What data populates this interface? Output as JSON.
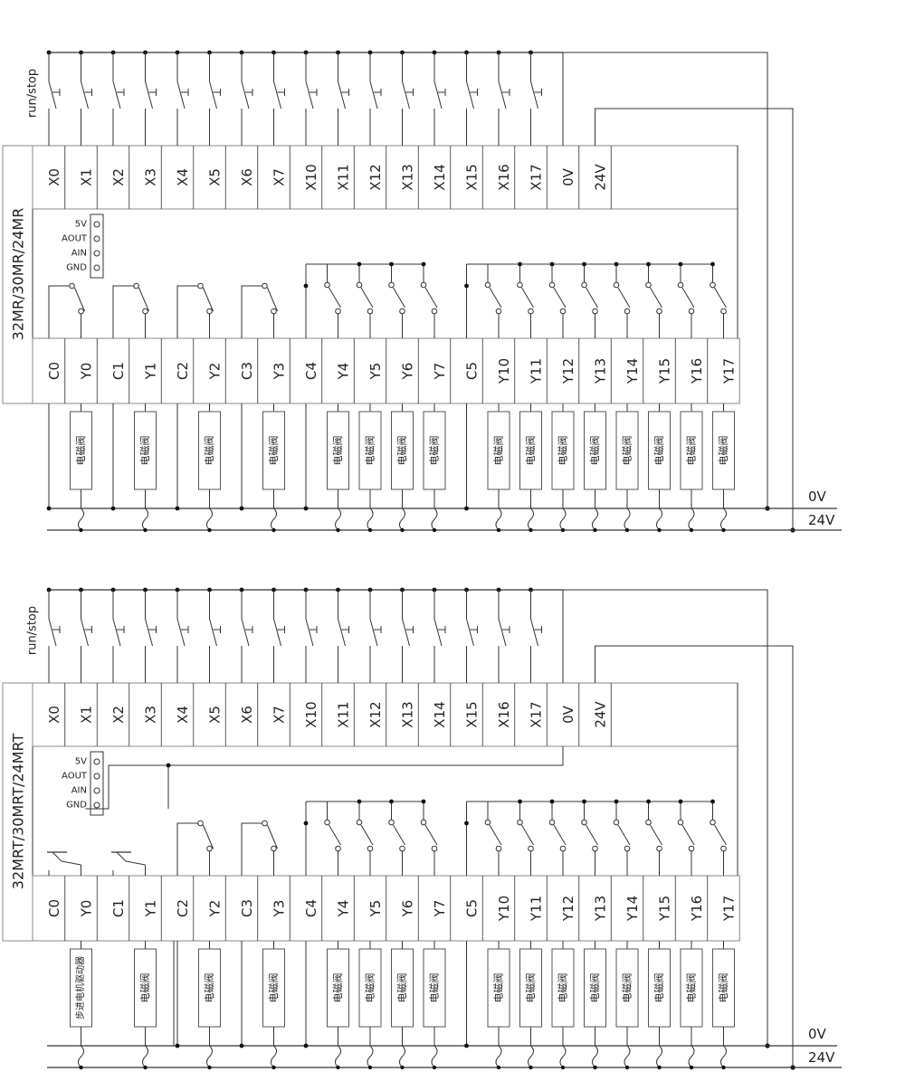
{
  "panels": [
    {
      "model": "32MR/30MR/24MR",
      "run_stop_label": "run/stop",
      "inputs": [
        "X0",
        "X1",
        "X2",
        "X3",
        "X4",
        "X5",
        "X6",
        "X7",
        "X10",
        "X11",
        "X12",
        "X13",
        "X14",
        "X15",
        "X16",
        "X17",
        "0V",
        "24V"
      ],
      "outputs": [
        "C0",
        "Y0",
        "C1",
        "Y1",
        "C2",
        "Y2",
        "C3",
        "Y3",
        "C4",
        "Y4",
        "Y5",
        "Y6",
        "Y7",
        "C5",
        "Y10",
        "Y11",
        "Y12",
        "Y13",
        "Y14",
        "Y15",
        "Y16",
        "Y17"
      ],
      "analog_pins": [
        "5V",
        "AOUT",
        "AIN",
        "GND"
      ],
      "loads": [
        {
          "terminal": "Y0",
          "label": "电磁阀"
        },
        {
          "terminal": "Y1",
          "label": "电磁阀"
        },
        {
          "terminal": "Y2",
          "label": "电磁阀"
        },
        {
          "terminal": "Y3",
          "label": "电磁阀"
        },
        {
          "terminal": "Y4",
          "label": "电磁阀"
        },
        {
          "terminal": "Y5",
          "label": "电磁阀"
        },
        {
          "terminal": "Y6",
          "label": "电磁阀"
        },
        {
          "terminal": "Y7",
          "label": "电磁阀"
        },
        {
          "terminal": "Y10",
          "label": "电磁阀"
        },
        {
          "terminal": "Y11",
          "label": "电磁阀"
        },
        {
          "terminal": "Y12",
          "label": "电磁阀"
        },
        {
          "terminal": "Y13",
          "label": "电磁阀"
        },
        {
          "terminal": "Y14",
          "label": "电磁阀"
        },
        {
          "terminal": "Y15",
          "label": "电磁阀"
        },
        {
          "terminal": "Y16",
          "label": "电磁阀"
        },
        {
          "terminal": "Y17",
          "label": "电磁阀"
        }
      ],
      "transistor_outputs": [],
      "rail_0v": "0V",
      "rail_24v": "24V"
    },
    {
      "model": "32MRT/30MRT/24MRT",
      "run_stop_label": "run/stop",
      "inputs": [
        "X0",
        "X1",
        "X2",
        "X3",
        "X4",
        "X5",
        "X6",
        "X7",
        "X10",
        "X11",
        "X12",
        "X13",
        "X14",
        "X15",
        "X16",
        "X17",
        "0V",
        "24V"
      ],
      "outputs": [
        "C0",
        "Y0",
        "C1",
        "Y1",
        "C2",
        "Y2",
        "C3",
        "Y3",
        "C4",
        "Y4",
        "Y5",
        "Y6",
        "Y7",
        "C5",
        "Y10",
        "Y11",
        "Y12",
        "Y13",
        "Y14",
        "Y15",
        "Y16",
        "Y17"
      ],
      "analog_pins": [
        "5V",
        "AOUT",
        "AIN",
        "GND"
      ],
      "loads": [
        {
          "terminal": "Y0",
          "label": "步进电机驱动器"
        },
        {
          "terminal": "Y1",
          "label": "电磁阀"
        },
        {
          "terminal": "Y2",
          "label": "电磁阀"
        },
        {
          "terminal": "Y3",
          "label": "电磁阀"
        },
        {
          "terminal": "Y4",
          "label": "电磁阀"
        },
        {
          "terminal": "Y5",
          "label": "电磁阀"
        },
        {
          "terminal": "Y6",
          "label": "电磁阀"
        },
        {
          "terminal": "Y7",
          "label": "电磁阀"
        },
        {
          "terminal": "Y10",
          "label": "电磁阀"
        },
        {
          "terminal": "Y11",
          "label": "电磁阀"
        },
        {
          "terminal": "Y12",
          "label": "电磁阀"
        },
        {
          "terminal": "Y13",
          "label": "电磁阀"
        },
        {
          "terminal": "Y14",
          "label": "电磁阀"
        },
        {
          "terminal": "Y15",
          "label": "电磁阀"
        },
        {
          "terminal": "Y16",
          "label": "电磁阀"
        },
        {
          "terminal": "Y17",
          "label": "电磁阀"
        }
      ],
      "transistor_outputs": [
        "Y0",
        "Y1"
      ],
      "rail_0v": "0V",
      "rail_24v": "24V"
    }
  ]
}
